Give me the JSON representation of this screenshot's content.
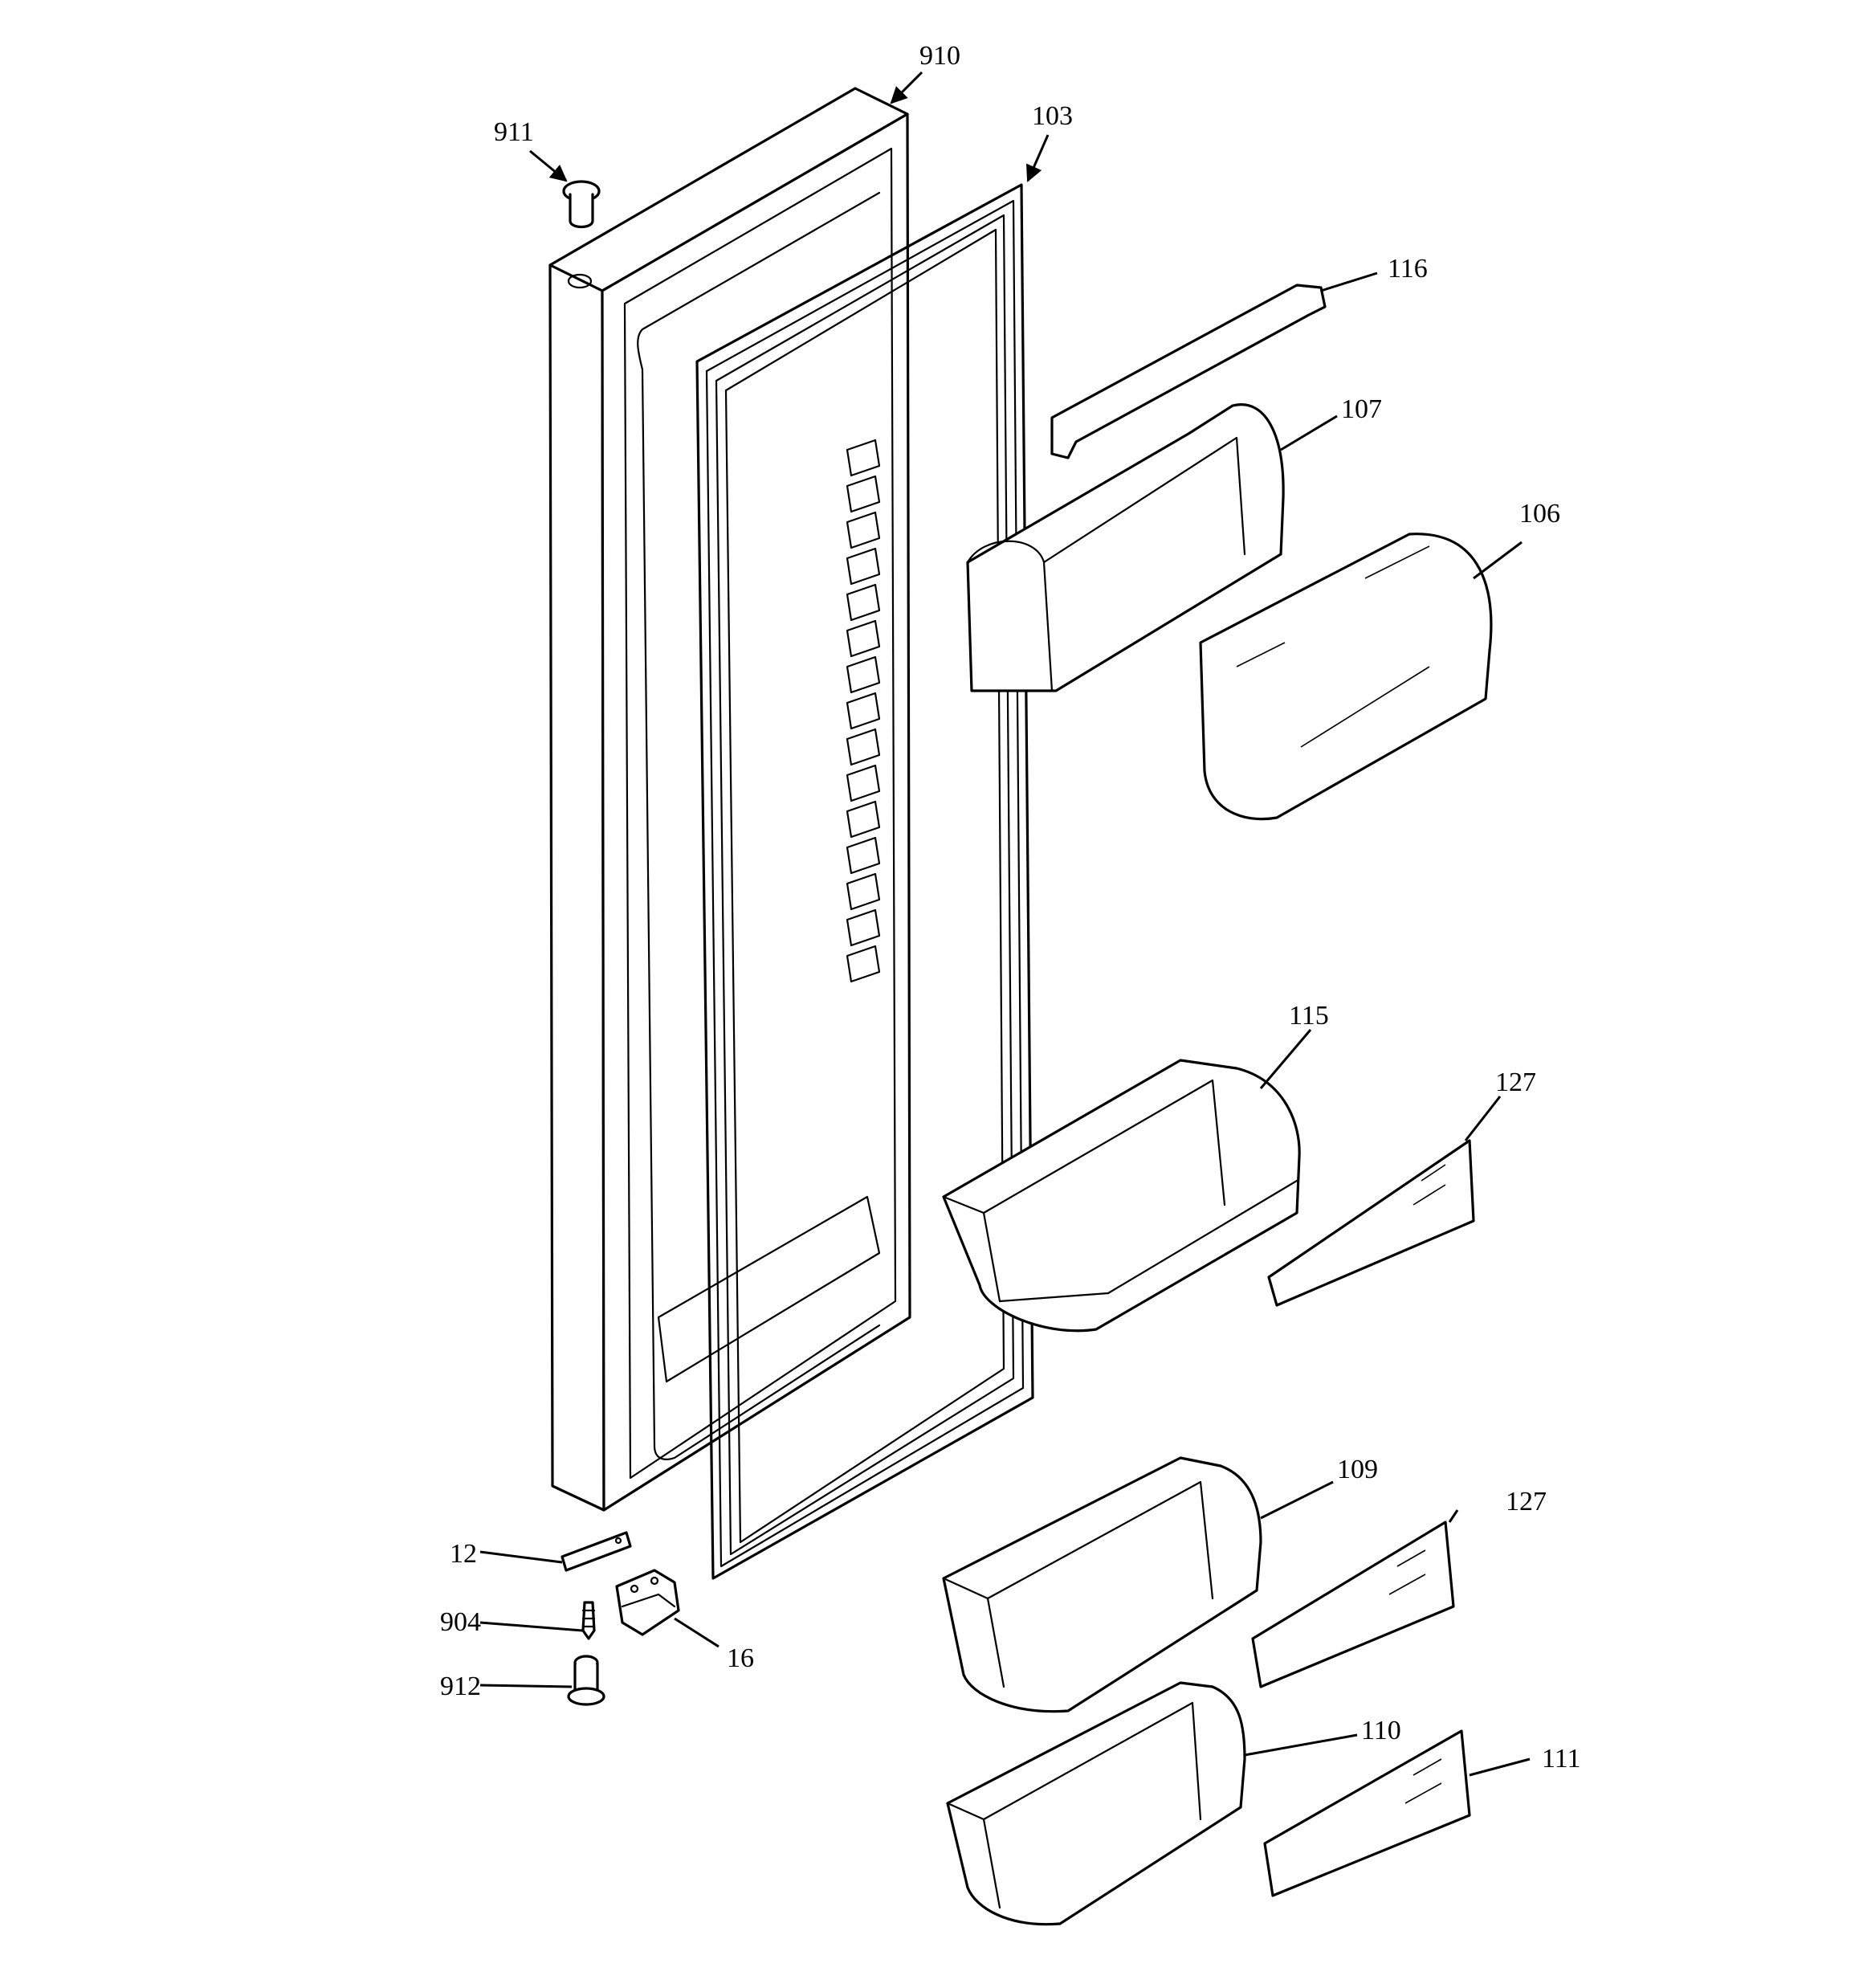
{
  "callouts": {
    "c910": "910",
    "c911": "911",
    "c103": "103",
    "c116": "116",
    "c107": "107",
    "c106": "106",
    "c115": "115",
    "c127a": "127",
    "c109": "109",
    "c127b": "127",
    "c110": "110",
    "c111": "111",
    "c12": "12",
    "c904": "904",
    "c16": "16",
    "c912": "912"
  },
  "colors": {
    "line": "#000000",
    "background": "#ffffff"
  }
}
